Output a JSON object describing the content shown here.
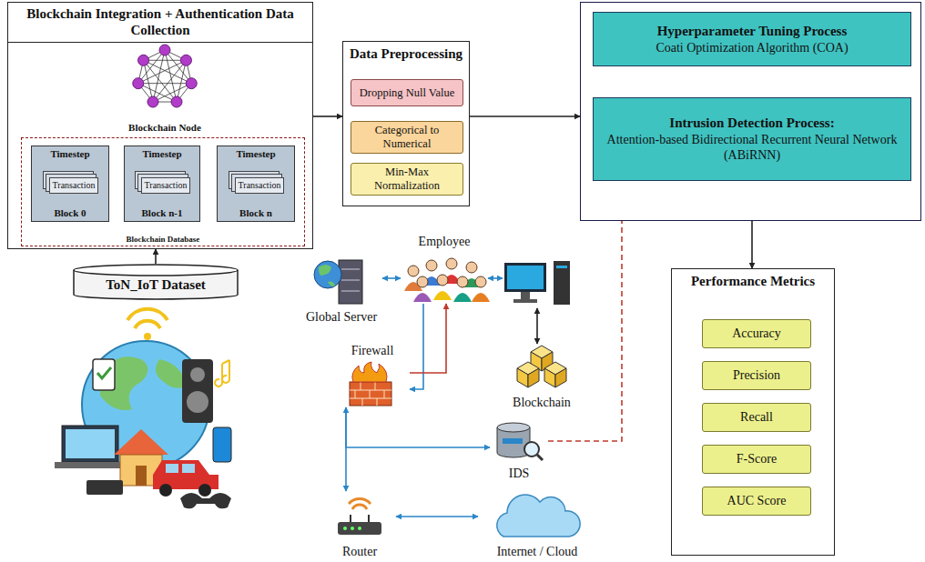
{
  "diagram": {
    "nodes": [
      {
        "text": [
          "Blockchain Integration + Authentication Data Collection"
        ]
      },
      {
        "text": [
          "Blockchain Node"
        ],
        "in": 0
      },
      {
        "text": [
          "Blockchain Database"
        ],
        "in": 0
      },
      {
        "text": [
          "Timestep",
          "Transaction",
          "Block 0"
        ],
        "in": 2
      },
      {
        "text": [
          "Timestep",
          "Transaction",
          "Block n-1"
        ],
        "in": 2
      },
      {
        "text": [
          "Timestep",
          "Transaction",
          "Block n"
        ],
        "in": 2
      },
      {
        "text": [
          "ToN_IoT Dataset"
        ]
      },
      {
        "text": [
          "Data Preprocessing"
        ]
      },
      {
        "text": [
          "Dropping Null Value"
        ],
        "in": 7
      },
      {
        "text": [
          "Categorical to Numerical"
        ],
        "in": 7
      },
      {
        "text": [
          "Min-Max Normalization"
        ],
        "in": 7
      },
      {
        "text": []
      },
      {
        "text": [
          "Hyperparameter Tuning Process",
          "Coati Optimization Algorithm (COA)"
        ],
        "in": 11
      },
      {
        "text": [
          "Intrusion Detection Process:",
          "Attention-based Bidirectional Recurrent Neural Network (ABiRNN)"
        ],
        "in": 11
      },
      {
        "text": [
          "Employee"
        ]
      },
      {
        "text": [
          "Global Server"
        ]
      },
      {
        "text": []
      },
      {
        "text": [
          "Firewall"
        ]
      },
      {
        "text": [
          "Blockchain"
        ]
      },
      {
        "text": [
          "IDS"
        ]
      },
      {
        "text": [
          "Performance Metrics"
        ]
      },
      {
        "text": [
          "Accuracy"
        ],
        "in": 20
      },
      {
        "text": [
          "Precision"
        ],
        "in": 20
      },
      {
        "text": [
          "Recall"
        ],
        "in": 20
      },
      {
        "text": [
          "F-Score"
        ],
        "in": 20
      },
      {
        "text": [
          "AUC Score"
        ],
        "in": 20
      },
      {
        "text": [
          "Router"
        ]
      },
      {
        "text": [
          "Internet / Cloud"
        ]
      }
    ],
    "edges": [
      {
        "from": 1,
        "to": 3,
        "arrow": "to"
      },
      {
        "from": 1,
        "to": 5,
        "arrow": "to"
      },
      {
        "from": 5,
        "to": 4,
        "arrow": "to"
      },
      {
        "from": 4,
        "to": 3,
        "arrow": "to"
      },
      {
        "from": 6,
        "to": 0,
        "arrow": "to"
      },
      {
        "from": 0,
        "to": 7,
        "arrow": "to"
      },
      {
        "from": 7,
        "to": 11,
        "arrow": "to"
      },
      {
        "from": 12,
        "to": 13,
        "arrow": "to"
      },
      {
        "from": 11,
        "to": 20,
        "arrow": "to"
      },
      {
        "from": 15,
        "to": 14,
        "arrow": "both"
      },
      {
        "from": 14,
        "to": 16,
        "arrow": "both"
      },
      {
        "from": 16,
        "to": 18,
        "arrow": "both"
      },
      {
        "from": 14,
        "to": 17,
        "arrow": "to"
      },
      {
        "from": 17,
        "to": 14,
        "arrow": "to"
      },
      {
        "from": 17,
        "to": 19,
        "arrow": "both"
      },
      {
        "from": 17,
        "to": 26,
        "arrow": "to"
      },
      {
        "from": 26,
        "to": 27,
        "arrow": "both"
      },
      {
        "from": 19,
        "to": 11,
        "arrow": "none"
      }
    ]
  }
}
